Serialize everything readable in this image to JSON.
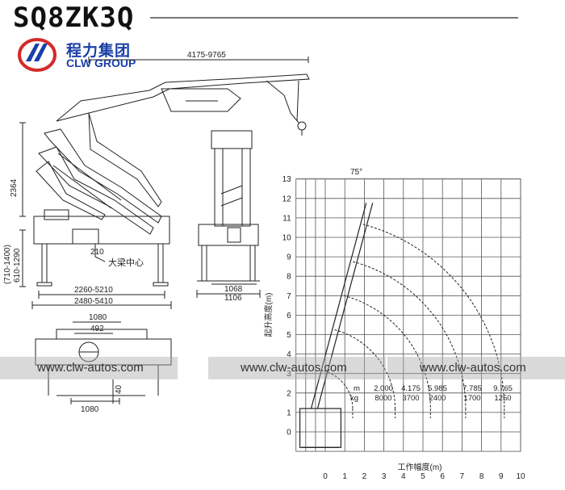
{
  "header": {
    "model": "SQ8ZK3Q",
    "brand_cn": "程力集团",
    "brand_en": "CLW GROUP"
  },
  "dimensions": {
    "reach": "4175-9765",
    "height": "2364",
    "outrigger_height_a": "(710-1400)",
    "outrigger_height_b": "610-1290",
    "center_offset": "210",
    "slew_center": "大梁中心",
    "spread_a": "2260-5210",
    "spread_b": "2480-5410",
    "width_a": "1068",
    "width_b": "1106",
    "top_w1": "1080",
    "top_w2": "492",
    "bottom_w": "1080",
    "side_d": "40"
  },
  "watermark": {
    "text": "www.clw-autos.com"
  },
  "chart_data": {
    "type": "diagram",
    "title": "",
    "angle_label": "75°",
    "xlabel": "工作幅度(m)",
    "ylabel": "起升高度(m)",
    "x_ticks": [
      0,
      1,
      2,
      3,
      4,
      5,
      6,
      7,
      8,
      9,
      10
    ],
    "y_ticks": [
      0,
      1,
      2,
      3,
      4,
      5,
      6,
      7,
      8,
      9,
      10,
      11,
      12,
      13
    ],
    "xlim": [
      -1.5,
      10
    ],
    "ylim": [
      -1,
      13
    ],
    "arc_radii": [
      2.0,
      4.175,
      5.985,
      7.785,
      9.765
    ],
    "table": {
      "row_m_label": "m",
      "row_kg_label": "kg",
      "m": [
        "2.000",
        "4.175",
        "5.985",
        "7.785",
        "9.765"
      ],
      "kg": [
        "8000",
        "3700",
        "2400",
        "1700",
        "1250"
      ]
    }
  }
}
